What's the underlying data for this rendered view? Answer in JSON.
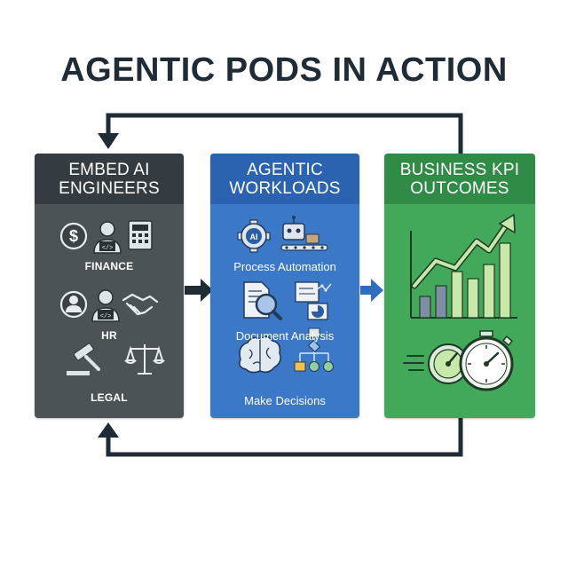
{
  "title": "AGENTIC PODS IN ACTION",
  "colors": {
    "title": "#1f2b35",
    "arrows": "#1f2b35",
    "dark_panel": "#4b5357",
    "dark_header": "#343c41",
    "blue_panel": "#3b78c8",
    "blue_header": "#2b63b1",
    "green_panel": "#42a85a",
    "green_header": "#2f8b45",
    "blue_arrow": "#2f6dbf"
  },
  "panels": [
    {
      "heading_line1": "EMBED AI",
      "heading_line2": "ENGINEERS",
      "items": [
        {
          "label": "FINANCE",
          "icons": [
            "dollar-icon",
            "developer-icon",
            "calculator-icon"
          ]
        },
        {
          "label": "HR",
          "icons": [
            "person-icon",
            "developer-icon",
            "handshake-icon"
          ]
        },
        {
          "label": "LEGAL",
          "icons": [
            "gavel-icon",
            "scales-icon"
          ]
        }
      ]
    },
    {
      "heading_line1": "AGENTIC",
      "heading_line2": "WORKLOADS",
      "items": [
        {
          "label": "Process Automation",
          "icons": [
            "ai-gear-icon",
            "robot-conveyor-icon"
          ]
        },
        {
          "label": "Document Analysis",
          "icons": [
            "document-magnifier-icon",
            "report-chart-icon"
          ]
        },
        {
          "label": "Make Decisions",
          "icons": [
            "brain-icon",
            "decision-tree-icon"
          ]
        }
      ]
    },
    {
      "heading_line1": "BUSINESS KPI",
      "heading_line2": "OUTCOMES",
      "items": [
        {
          "label": "",
          "icons": [
            "growth-chart-icon"
          ]
        },
        {
          "label": "",
          "icons": [
            "speedometer-icon",
            "stopwatch-icon"
          ]
        }
      ]
    }
  ]
}
